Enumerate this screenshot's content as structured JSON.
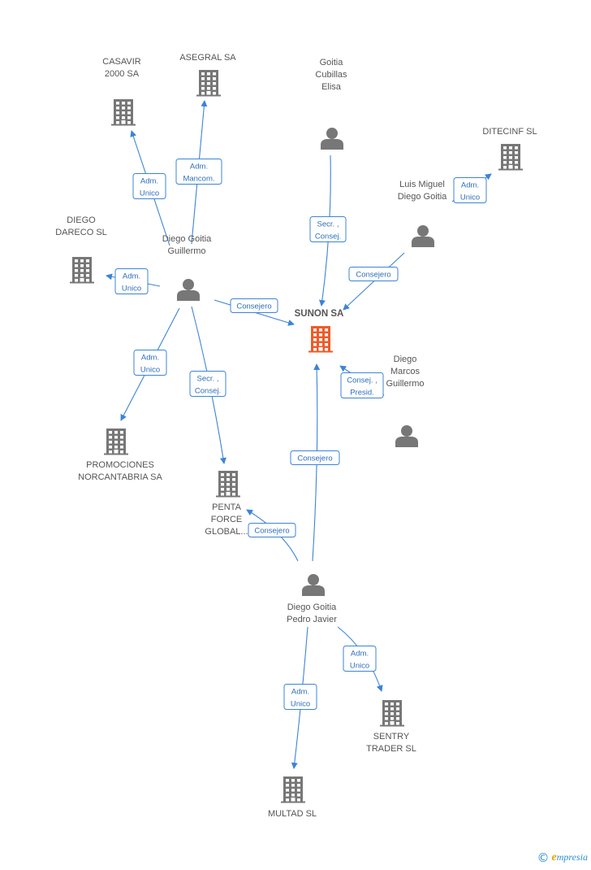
{
  "colors": {
    "edge": "#3c84d6",
    "node_default": "#777777",
    "node_main": "#f05a28",
    "edge_text": "#2f6fb8"
  },
  "nodes": [
    {
      "id": "sunon",
      "kind": "company",
      "main": true,
      "lines": [
        "SUNON SA"
      ]
    },
    {
      "id": "casavir",
      "kind": "company",
      "lines": [
        "CASAVIR",
        "2000 SA"
      ]
    },
    {
      "id": "asegral",
      "kind": "company",
      "lines": [
        "ASEGRAL SA"
      ]
    },
    {
      "id": "ditecinf",
      "kind": "company",
      "lines": [
        "DITECINF SL"
      ]
    },
    {
      "id": "dareco",
      "kind": "company",
      "lines": [
        "DIEGO",
        "DARECO SL"
      ]
    },
    {
      "id": "norcan",
      "kind": "company",
      "lines": [
        "PROMOCIONES",
        "NORCANTABRIA SA"
      ]
    },
    {
      "id": "penta",
      "kind": "company",
      "lines": [
        "PENTA",
        "FORCE",
        "GLOBAL..."
      ]
    },
    {
      "id": "sentry",
      "kind": "company",
      "lines": [
        "SENTRY",
        "TRADER SL"
      ]
    },
    {
      "id": "multad",
      "kind": "company",
      "lines": [
        "MULTAD SL"
      ]
    },
    {
      "id": "elisa",
      "kind": "person",
      "lines": [
        "Goitia",
        "Cubillas",
        "Elisa"
      ]
    },
    {
      "id": "luis",
      "kind": "person",
      "lines": [
        "Luis Miguel",
        "Diego Goitia"
      ]
    },
    {
      "id": "guillermo",
      "kind": "person",
      "lines": [
        "Diego Goitia",
        "Guillermo"
      ]
    },
    {
      "id": "marcos",
      "kind": "person",
      "lines": [
        "Diego",
        "Marcos",
        "Guillermo"
      ]
    },
    {
      "id": "pedro",
      "kind": "person",
      "lines": [
        "Diego Goitia",
        "Pedro Javier"
      ]
    }
  ],
  "edges": [
    {
      "from": "guillermo",
      "to": "casavir",
      "lines": [
        "Adm.",
        "Unico"
      ]
    },
    {
      "from": "guillermo",
      "to": "asegral",
      "lines": [
        "Adm.",
        "Mancom."
      ]
    },
    {
      "from": "guillermo",
      "to": "dareco",
      "lines": [
        "Adm.",
        "Unico"
      ]
    },
    {
      "from": "guillermo",
      "to": "sunon",
      "lines": [
        "Consejero"
      ]
    },
    {
      "from": "guillermo",
      "to": "norcan",
      "lines": [
        "Adm.",
        "Unico"
      ]
    },
    {
      "from": "guillermo",
      "to": "penta",
      "lines": [
        "Secr. ,",
        "Consej."
      ]
    },
    {
      "from": "elisa",
      "to": "sunon",
      "lines": [
        "Secr. ,",
        "Consej."
      ]
    },
    {
      "from": "luis",
      "to": "ditecinf",
      "lines": [
        "Adm.",
        "Unico"
      ]
    },
    {
      "from": "luis",
      "to": "sunon",
      "lines": [
        "Consejero"
      ]
    },
    {
      "from": "marcos",
      "to": "sunon",
      "lines": [
        "Consej. ,",
        "Presid."
      ]
    },
    {
      "from": "pedro",
      "to": "sunon",
      "lines": [
        "Consejero"
      ]
    },
    {
      "from": "pedro",
      "to": "penta",
      "lines": [
        "Consejero"
      ]
    },
    {
      "from": "pedro",
      "to": "sentry",
      "lines": [
        "Adm.",
        "Unico"
      ]
    },
    {
      "from": "pedro",
      "to": "multad",
      "lines": [
        "Adm.",
        "Unico"
      ]
    }
  ],
  "footer": {
    "copyright": "©",
    "brand_initial": "e",
    "brand_rest": "mpresia"
  }
}
